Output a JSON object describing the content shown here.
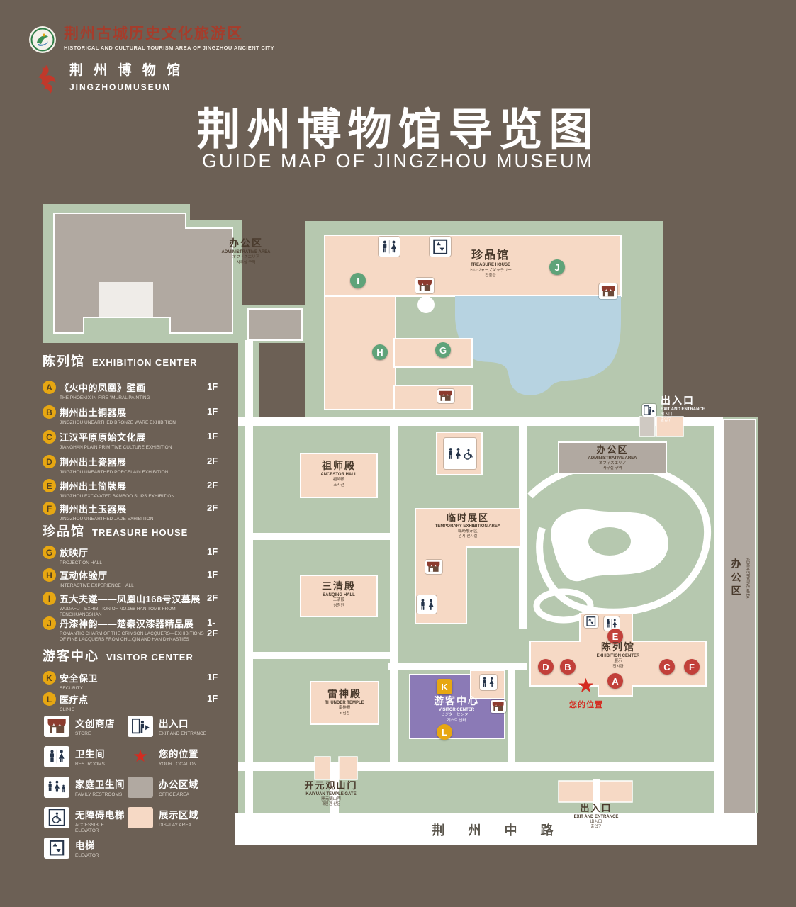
{
  "colors": {
    "background": "#6c6055",
    "green_area": "#b6c8af",
    "display_area_pink": "#f6d9c5",
    "office_area_gray": "#b1a9a1",
    "lake_blue": "#b7d3e1",
    "visitor_center_purple": "#8b7ab6",
    "marker_green": "#5fa379",
    "marker_red": "#c2403a",
    "badge_gold": "#e7a712",
    "location_red": "#d42b20",
    "road_white": "#ffffff"
  },
  "glyphs": {
    "location_star": "★"
  },
  "header": {
    "tourism_logo": {
      "cn": "荆州古城历史文化旅游区",
      "en": "HISTORICAL AND CULTURAL TOURISM AREA OF JINGZHOU ANCIENT CITY"
    },
    "museum_logo": {
      "cn": "荆 州 博 物 馆",
      "en": "JINGZHOUMUSEUM"
    },
    "title_cn": "荆州博物馆导览图",
    "title_en": "GUIDE MAP OF JINGZHOU MUSEUM"
  },
  "legend": {
    "sections": [
      {
        "title_cn": "陈列馆",
        "title_en": "EXHIBITION CENTER",
        "items": [
          {
            "letter": "A",
            "cn": "《火中的凤凰》壁画",
            "en": "THE PHOENIX IN FIRE \"MURAL PAINTING",
            "floor": "1F"
          },
          {
            "letter": "B",
            "cn": "荆州出土铜器展",
            "en": "JINGZHOU UNEARTHED BRONZE WARE EXHIBITION",
            "floor": "1F"
          },
          {
            "letter": "C",
            "cn": "江汉平原原始文化展",
            "en": "JIANGHAN PLAIN PRIMITIVE CULTURE EXHIBITION",
            "floor": "1F"
          },
          {
            "letter": "D",
            "cn": "荆州出土瓷器展",
            "en": "JINGZHOU UNEARTHED PORCELAIN EXHIBITION",
            "floor": "2F"
          },
          {
            "letter": "E",
            "cn": "荆州出土简牍展",
            "en": "JINGZHOU EXCAVATED BAMBOO SLIPS EXHIBITION",
            "floor": "2F"
          },
          {
            "letter": "F",
            "cn": "荆州出土玉器展",
            "en": "JINGZHOU UNEARTHED JADE EXHIBITION",
            "floor": "2F"
          }
        ]
      },
      {
        "title_cn": "珍品馆",
        "title_en": "TREASURE HOUSE",
        "items": [
          {
            "letter": "G",
            "cn": "放映厅",
            "en": "PROJECTION HALL",
            "floor": "1F"
          },
          {
            "letter": "H",
            "cn": "互动体验厅",
            "en": "INTERACTIVE EXPERIENCE HALL",
            "floor": "1F"
          },
          {
            "letter": "I",
            "cn": "五大夫遂——凤凰山168号汉墓展",
            "en": "WUDAFU—EXHIBITION OF NO.168 HAN TOMB FROM FENGHUANGSHAN",
            "floor": "2F"
          },
          {
            "letter": "J",
            "cn": "丹漆神韵——楚秦汉漆器精品展",
            "en": "ROMANTIC CHARM OF THE CRIMSON LACQUERS—EXHIBITIONS OF FINE LACQUERS FROM CHU,QIN AND HAN DYNASTIES",
            "floor": "1-2F"
          }
        ]
      },
      {
        "title_cn": "游客中心",
        "title_en": "VISITOR CENTER",
        "items": [
          {
            "letter": "K",
            "cn": "安全保卫",
            "en": "SECURITY",
            "floor": "1F"
          },
          {
            "letter": "L",
            "cn": "医疗点",
            "en": "CLINIC",
            "floor": "1F"
          }
        ]
      }
    ],
    "icon_items": [
      {
        "icon": "store-icon",
        "cn": "文创商店",
        "en": "STORE"
      },
      {
        "icon": "exit-icon",
        "cn": "出入口",
        "en": "EXIT AND ENTRANCE"
      },
      {
        "icon": "restroom-icon",
        "cn": "卫生间",
        "en": "RESTROOMS"
      },
      {
        "icon": "location-star-icon",
        "cn": "您的位置",
        "en": "YOUR LOCATION"
      },
      {
        "icon": "family-restroom-icon",
        "cn": "家庭卫生间",
        "en": "FAMILY RESTROOMS"
      },
      {
        "icon": "office-area-swatch",
        "cn": "办公区域",
        "en": "OFFICE AREA"
      },
      {
        "icon": "accessible-elevator-icon",
        "cn": "无障碍电梯",
        "en": "ACCESSIBLE ELEVATOR"
      },
      {
        "icon": "display-area-swatch",
        "cn": "展示区域",
        "en": "DISPLAY AREA"
      },
      {
        "icon": "elevator-icon",
        "cn": "电梯",
        "en": "ELEVATOR"
      }
    ]
  },
  "map": {
    "labels": {
      "admin_topleft": {
        "cn": "办公区",
        "en": "ADMINISTRATIVE AREA",
        "jp": "オフィスエリア",
        "kr": "사무실 구역"
      },
      "treasure_house": {
        "cn": "珍品馆",
        "en": "TREASURE HOUSE",
        "jp": "トレジャーズギャラリー",
        "kr": "진품관"
      },
      "exit_topright": {
        "cn": "出入口",
        "en": "EXIT AND ENTRANCE",
        "jp": "出入口",
        "kr": "출입구"
      },
      "admin_center": {
        "cn": "办公区",
        "en": "ADMINISTRATIVE AREA",
        "jp": "オフィスエリア",
        "kr": "사무실 구역"
      },
      "admin_rightstrip": {
        "cn": "办公区",
        "en": "ADMINISTRATIVE AREA"
      },
      "ancestor_hall": {
        "cn": "祖师殿",
        "en": "ANCESTOR HALL",
        "jp": "祖師殿",
        "kr": "조사전"
      },
      "temporary_exhibition": {
        "cn": "临时展区",
        "en": "TEMPORARY EXHIBITION AREA",
        "jp": "臨時展示区",
        "kr": "임시 전시실"
      },
      "sanqing_hall": {
        "cn": "三清殿",
        "en": "SANQING HALL",
        "jp": "三清殿",
        "kr": "삼청전"
      },
      "thunder_temple": {
        "cn": "雷神殿",
        "en": "THUNDER TEMPLE",
        "jp": "雷神殿",
        "kr": "뇌신전"
      },
      "visitor_center": {
        "cn": "游客中心",
        "en": "VISITOR CENTER",
        "jp": "ビジターセンター",
        "kr": "게스트 센터"
      },
      "exhibition_center": {
        "cn": "陈列馆",
        "en": "EXHIBITION CENTER",
        "jp": "展示",
        "kr": "전시관"
      },
      "your_location": {
        "cn": "您的位置"
      },
      "kaiyuan_gate": {
        "cn": "开元观山门",
        "en": "KAIYUAN TEMPLE GATE",
        "jp": "開元観山門",
        "kr": "개원관 산문"
      },
      "exit_bottom": {
        "cn": "出入口",
        "en": "EXIT AND ENTRANCE",
        "jp": "出入口",
        "kr": "출입구"
      },
      "road": {
        "cn": "荆 州 中 路"
      }
    },
    "markers": {
      "A": "A",
      "B": "B",
      "C": "C",
      "D": "D",
      "E": "E",
      "F": "F",
      "G": "G",
      "H": "H",
      "I": "I",
      "J": "J",
      "K": "K",
      "L": "L"
    }
  }
}
